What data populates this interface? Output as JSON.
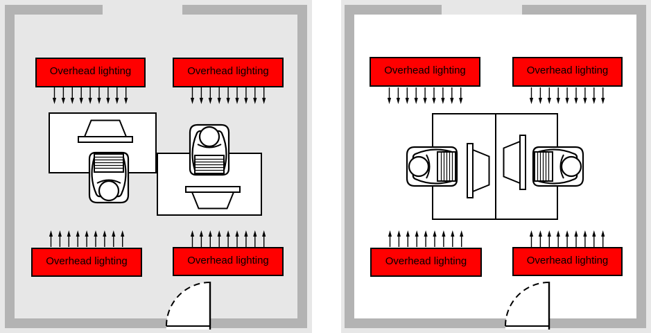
{
  "diagram": {
    "colors": {
      "page_background": "#ffffff",
      "block_background": "#e7e7e7",
      "room2_floor": "#ffffff",
      "wall": "#b3b3b3",
      "light_box_fill": "#ff0000",
      "line": "#000000"
    },
    "rooms": [
      {
        "name": "room-1",
        "floor_shade": "gray",
        "layout": "two staggered desks, occupants seated back-to-back",
        "has_door": true,
        "lights": [
          {
            "label": "Overhead lighting",
            "position": "top-left",
            "arrows": {
              "direction": "down",
              "count": 9
            }
          },
          {
            "label": "Overhead lighting",
            "position": "top-right",
            "arrows": {
              "direction": "down",
              "count": 9
            }
          },
          {
            "label": "Overhead lighting",
            "position": "bottom-left",
            "arrows": {
              "direction": "up",
              "count": 9
            }
          },
          {
            "label": "Overhead lighting",
            "position": "bottom-right",
            "arrows": {
              "direction": "up",
              "count": 9
            }
          }
        ]
      },
      {
        "name": "room-2",
        "floor_shade": "white",
        "layout": "two desks joined face-to-face, occupants facing each other",
        "has_door": true,
        "lights": [
          {
            "label": "Overhead lighting",
            "position": "top-left",
            "arrows": {
              "direction": "down",
              "count": 9
            }
          },
          {
            "label": "Overhead lighting",
            "position": "top-right",
            "arrows": {
              "direction": "down",
              "count": 9
            }
          },
          {
            "label": "Overhead lighting",
            "position": "bottom-left",
            "arrows": {
              "direction": "up",
              "count": 9
            }
          },
          {
            "label": "Overhead lighting",
            "position": "bottom-right",
            "arrows": {
              "direction": "up",
              "count": 9
            }
          }
        ]
      }
    ]
  }
}
